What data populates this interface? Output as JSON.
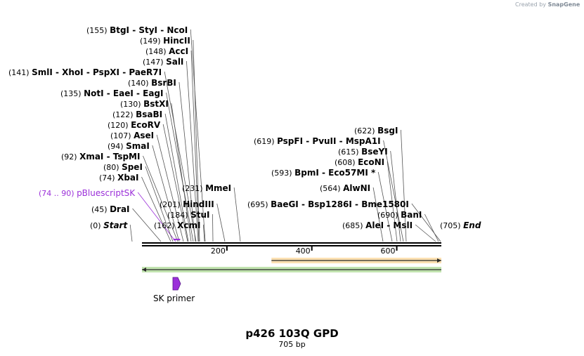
{
  "credit": {
    "prefix": "Created by",
    "brand": "SnapGene"
  },
  "title": "p426 103Q GPD",
  "length_label": "705 bp",
  "sequence_length": 705,
  "ticks": [
    "200",
    "400",
    "600"
  ],
  "sites": [
    {
      "num": "(0)",
      "label": "Start",
      "style": "italic"
    },
    {
      "num": "(45)",
      "label": "DraI"
    },
    {
      "num": "(74 .. 90)",
      "label": "pBluescriptSK",
      "color": "#9b30d9"
    },
    {
      "num": "(74)",
      "label": "XbaI"
    },
    {
      "num": "(80)",
      "label": "SpeI"
    },
    {
      "num": "(92)",
      "label": "XmaI  -  TspMI"
    },
    {
      "num": "(94)",
      "label": "SmaI"
    },
    {
      "num": "(107)",
      "label": "AseI"
    },
    {
      "num": "(120)",
      "label": "EcoRV"
    },
    {
      "num": "(122)",
      "label": "BsaBI"
    },
    {
      "num": "(130)",
      "label": "BstXI"
    },
    {
      "num": "(135)",
      "label": "NotI  -  EaeI  -  EagI"
    },
    {
      "num": "(140)",
      "label": "BsrBI"
    },
    {
      "num": "(141)",
      "label": "SmlI  -  XhoI  -  PspXI  -  PaeR7I"
    },
    {
      "num": "(147)",
      "label": "SalI"
    },
    {
      "num": "(148)",
      "label": "AccI"
    },
    {
      "num": "(149)",
      "label": "HincII"
    },
    {
      "num": "(155)",
      "label": "BtgI  -  StyI  -  NcoI"
    },
    {
      "num": "(162)",
      "label": "XcmI"
    },
    {
      "num": "(184)",
      "label": "StuI"
    },
    {
      "num": "(201)",
      "label": "HindIII"
    },
    {
      "num": "(231)",
      "label": "MmeI"
    },
    {
      "num": "(564)",
      "label": "AlwNI"
    },
    {
      "num": "(593)",
      "label": "BpmI  -  Eco57MI *"
    },
    {
      "num": "(608)",
      "label": "EcoNI"
    },
    {
      "num": "(615)",
      "label": "BseYI"
    },
    {
      "num": "(619)",
      "label": "PspFI  -  PvuII  -  MspA1I"
    },
    {
      "num": "(622)",
      "label": "BsgI"
    },
    {
      "num": "(685)",
      "label": "AleI  -  MslI"
    },
    {
      "num": "(690)",
      "label": "BanI"
    },
    {
      "num": "(695)",
      "label": "BaeGI  -  Bsp1286I  -  Bme1580I"
    },
    {
      "num": "(705)",
      "label": "End",
      "style": "italic"
    }
  ],
  "features": [
    {
      "name": "",
      "start": 305,
      "end": 705,
      "direction": "forward",
      "color": "#f5a623"
    },
    {
      "name": "",
      "start": 0,
      "end": 705,
      "direction": "reverse",
      "color": "#4caf1a"
    }
  ],
  "primer": {
    "label": "SK primer",
    "color": "#9b30d9"
  }
}
